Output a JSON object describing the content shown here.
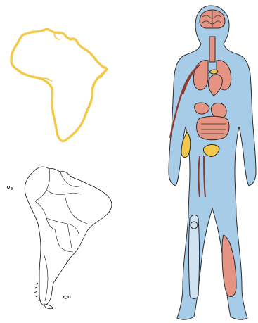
{
  "figures": [
    {
      "id": "africa",
      "icon": "africa-outline-icon",
      "outline_color": "#F3C94A",
      "fill_color": "#ffffff"
    },
    {
      "id": "south-america",
      "icon": "south-america-map-icon",
      "outline_color": "#111111",
      "fill_color": "#ffffff"
    },
    {
      "id": "human-body",
      "icon": "human-anatomy-icon",
      "body_color": "#A7CCE8",
      "outline_color": "#2B2B2B",
      "organ_color": "#E59484",
      "liver_gland_color": "#F2C84B",
      "bone_color": "#CFE3F3"
    }
  ]
}
